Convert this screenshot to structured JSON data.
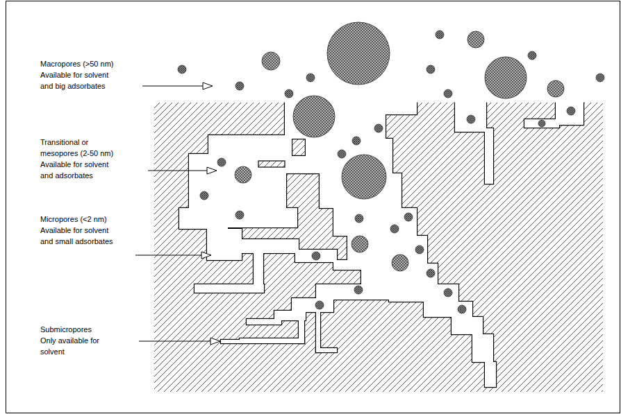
{
  "diagram": {
    "labels": [
      "Macropores (>50 nm)",
      "Available for solvent and big adsorbates",
      "Transitional or mesopores (2-50 nm)",
      "Available for solvent and adsorbates",
      "Micropores (<2 nm)",
      "Available for solvent and small adsorbates",
      "Submicropores",
      "Only available for solvent"
    ]
  }
}
